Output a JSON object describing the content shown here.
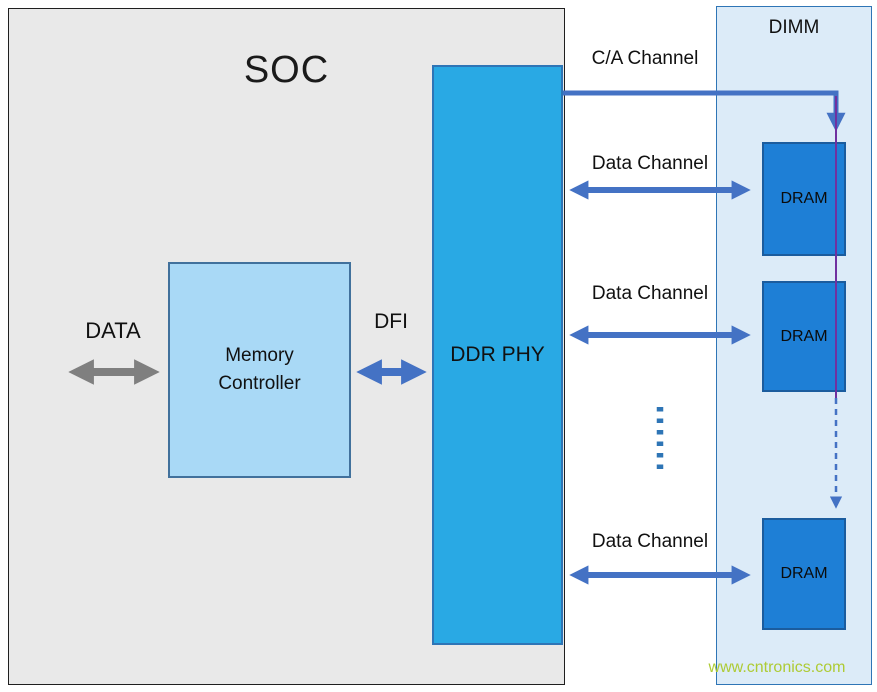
{
  "soc": {
    "label": "SOC",
    "memory_controller_label": "Memory Controller",
    "ddr_phy_label": "DDR PHY"
  },
  "buses": {
    "data_label": "DATA",
    "dfi_label": "DFI"
  },
  "channels": {
    "ca_label": "C/A Channel",
    "data_channels": [
      "Data Channel",
      "Data Channel",
      "Data Channel"
    ]
  },
  "dimm": {
    "label": "DIMM",
    "drams": [
      "DRAM",
      "DRAM",
      "DRAM"
    ]
  },
  "watermark": "www.cntronics.com",
  "colors": {
    "soc_fill": "#e9e9e9",
    "memory_controller_fill": "#a9d9f6",
    "ddr_phy_fill": "#29a9e4",
    "dimm_fill": "#dcebf8",
    "dram_fill": "#1e7fd6",
    "arrow_blue": "#4472c4",
    "arrow_gray": "#7f7f7f",
    "chain_line_purple": "#7030a0",
    "watermark_color": "#aecb35"
  }
}
